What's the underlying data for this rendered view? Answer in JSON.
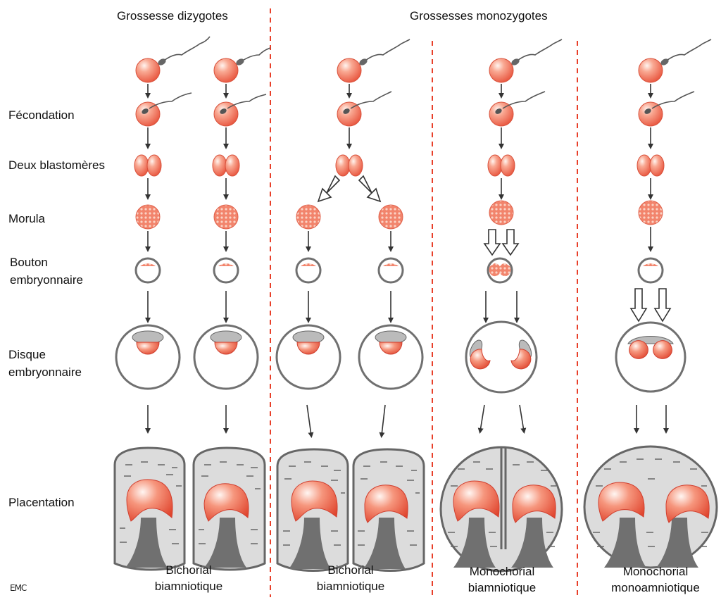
{
  "headers": {
    "dizygotic": "Grossesse dizygotes",
    "monozygotic": "Grossesses monozygotes"
  },
  "row_labels": {
    "fecondation": "Fécondation",
    "deux_blastomeres": "Deux blastomères",
    "morula": "Morula",
    "bouton_line1": "Bouton",
    "bouton_line2": "embryonnaire",
    "disque_line1": "Disque",
    "disque_line2": "embryonnaire",
    "placentation": "Placentation"
  },
  "captions": [
    {
      "line1": "Bichorial",
      "line2": "biamniotique"
    },
    {
      "line1": "Bichorial",
      "line2": "biamniotique"
    },
    {
      "line1": "Monochorial",
      "line2": "biamniotique"
    },
    {
      "line1": "Monochorial",
      "line2": "monoamniotique"
    }
  ],
  "logo": "EMC",
  "colors": {
    "cell": "#f4826d",
    "cell_light": "#fde3da",
    "membrane": "#707070",
    "placenta_fill": "#dcdcdc",
    "divider": "#e8402a"
  }
}
